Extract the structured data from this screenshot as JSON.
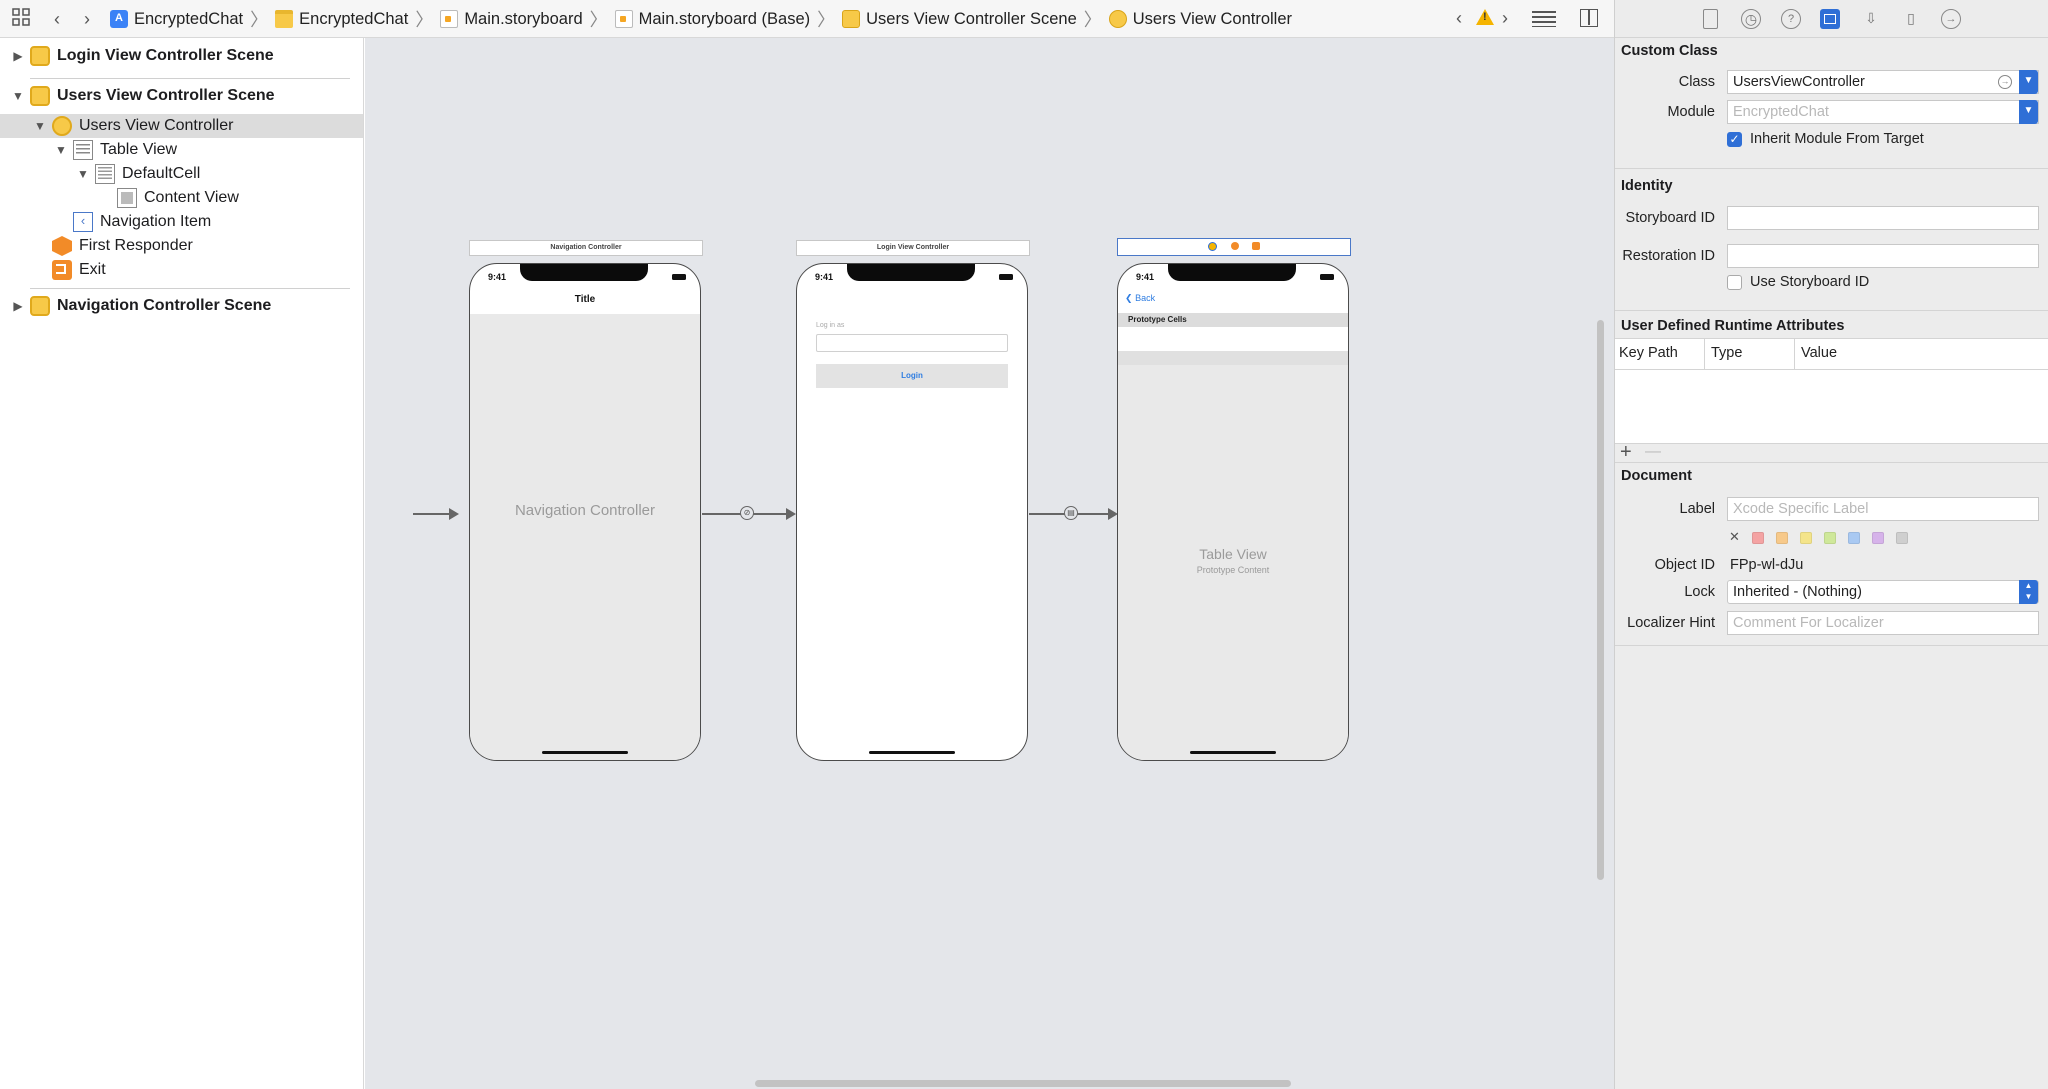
{
  "jumpbar": {
    "crumbs": [
      {
        "label": "EncryptedChat",
        "icon": "project-icon"
      },
      {
        "label": "EncryptedChat",
        "icon": "folder-icon"
      },
      {
        "label": "Main.storyboard",
        "icon": "storyboard-icon"
      },
      {
        "label": "Main.storyboard (Base)",
        "icon": "storyboard-icon"
      },
      {
        "label": "Users View Controller Scene",
        "icon": "scene-icon"
      },
      {
        "label": "Users View Controller",
        "icon": "view-controller-icon"
      }
    ]
  },
  "outline": {
    "items": [
      {
        "label": "Login View Controller Scene"
      },
      {
        "label": "Users View Controller Scene"
      },
      {
        "label": "Users View Controller"
      },
      {
        "label": "Table View"
      },
      {
        "label": "DefaultCell"
      },
      {
        "label": "Content View"
      },
      {
        "label": "Navigation Item"
      },
      {
        "label": "First Responder"
      },
      {
        "label": "Exit"
      },
      {
        "label": "Navigation Controller Scene"
      }
    ]
  },
  "canvas": {
    "nav_scene": {
      "bar_title": "Navigation Controller",
      "time": "9:41",
      "nav_title": "Title",
      "body_label": "Navigation Controller"
    },
    "login_scene": {
      "bar_title": "Login View Controller",
      "time": "9:41",
      "field_label": "Log in as",
      "button_label": "Login"
    },
    "users_scene": {
      "time": "9:41",
      "back_label": "Back",
      "section_header": "Prototype Cells",
      "body_label": "Table View",
      "body_sublabel": "Prototype Content"
    }
  },
  "inspector": {
    "custom_class": {
      "title": "Custom Class",
      "class_label": "Class",
      "class_value": "UsersViewController",
      "module_label": "Module",
      "module_placeholder": "EncryptedChat",
      "inherit_label": "Inherit Module From Target",
      "inherit_checked": true
    },
    "identity": {
      "title": "Identity",
      "storyboard_id_label": "Storyboard ID",
      "storyboard_id_value": "",
      "restoration_id_label": "Restoration ID",
      "restoration_id_value": "",
      "use_storyboard_id_label": "Use Storyboard ID",
      "use_storyboard_id_checked": false
    },
    "runtime_attributes": {
      "title": "User Defined Runtime Attributes",
      "columns": [
        "Key Path",
        "Type",
        "Value"
      ],
      "add_label": "+",
      "remove_label": "—"
    },
    "document": {
      "title": "Document",
      "label_label": "Label",
      "label_placeholder": "Xcode Specific Label",
      "clear_label": "✕",
      "swatch_colors": [
        "#f4a3a3",
        "#f7c98a",
        "#f4e48a",
        "#cfe89a",
        "#a9c9f2",
        "#d6b3ea",
        "#cfcfcf"
      ],
      "object_id_label": "Object ID",
      "object_id_value": "FPp-wl-dJu",
      "lock_label": "Lock",
      "lock_value": "Inherited - (Nothing)",
      "localizer_label": "Localizer Hint",
      "localizer_placeholder": "Comment For Localizer"
    }
  },
  "colors": {
    "accent": "#2f6fd6",
    "canvas_bg": "#e4e6ea",
    "warning": "#f5b400"
  }
}
